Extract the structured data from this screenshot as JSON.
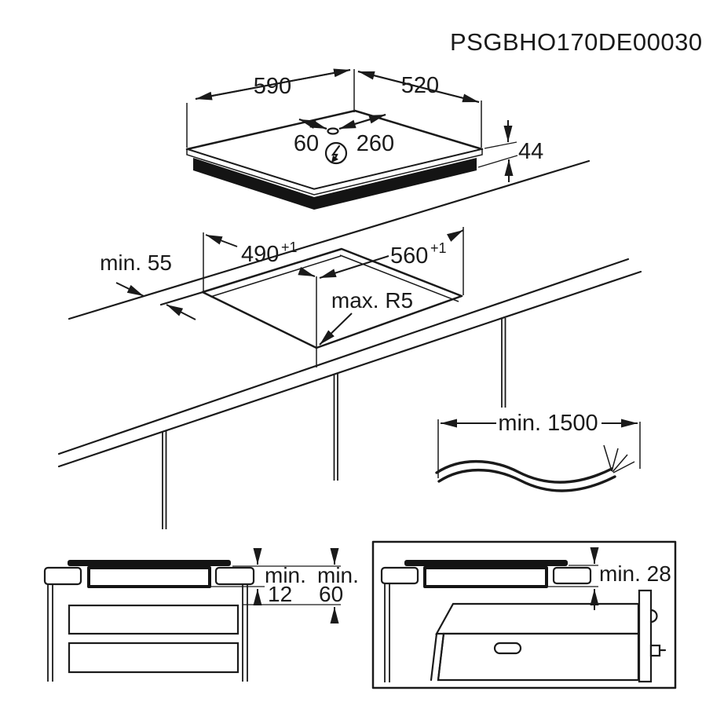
{
  "document_code": "PSGBHO170DE00030",
  "hob": {
    "width_mm": "590",
    "depth_mm": "520",
    "connection_offset_mm": "60",
    "connection_span_mm": "260",
    "height_mm": "44"
  },
  "cutout": {
    "depth_mm": "490",
    "depth_tolerance": "+1",
    "width_mm": "560",
    "width_tolerance": "+1",
    "rear_clearance": "min. 55",
    "corner_radius": "max. R5"
  },
  "cable": {
    "min_length": "min. 1500"
  },
  "drawer_clearance": {
    "recess_label": "min.",
    "recess_value": "12",
    "gap_label": "min.",
    "gap_value": "60"
  },
  "oven_clearance": {
    "label": "min. 28"
  }
}
